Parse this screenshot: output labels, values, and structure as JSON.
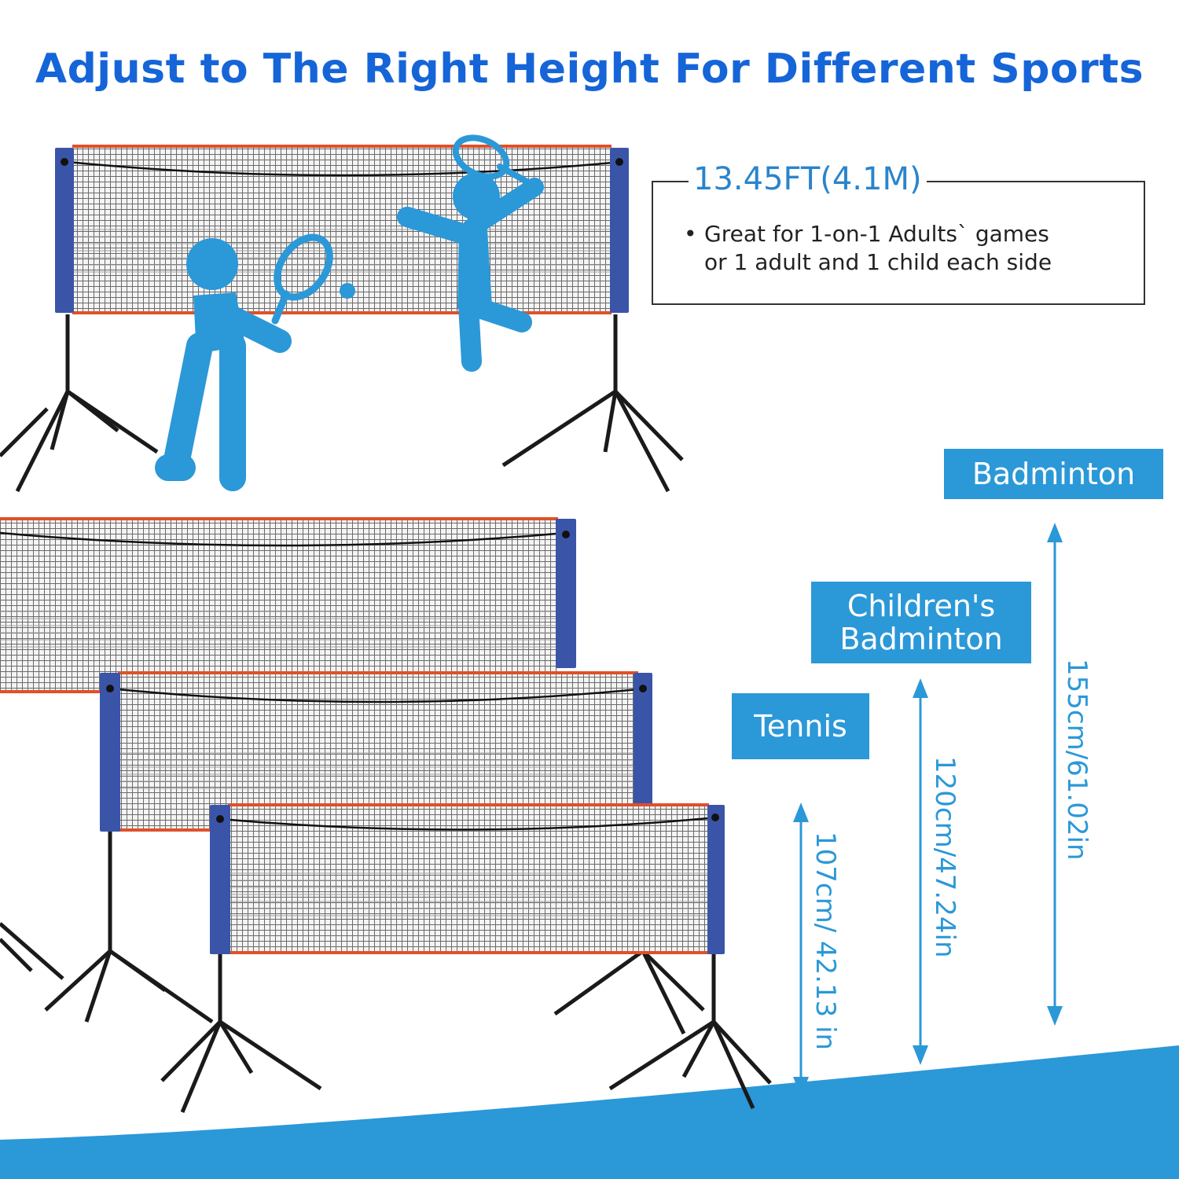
{
  "headline": "Adjust to The Right Height For Different Sports",
  "info": {
    "size": "13.45FT(4.1M)",
    "line1": "Great for 1-on-1 Adults` games",
    "line2": "or 1 adult and 1 child each side"
  },
  "sports": {
    "badminton": "Badminton",
    "childrens_line1": "Children's",
    "childrens_line2": "Badminton",
    "tennis": "Tennis"
  },
  "heights": {
    "badminton": "155cm/61.02in",
    "childrens": "120cm/47.24in",
    "tennis": "107cm/ 42.13 in"
  },
  "colors": {
    "headline": "#1565d8",
    "accent": "#2b98d8",
    "pole": "#3a55a8",
    "net_trim": "#e0502a"
  }
}
